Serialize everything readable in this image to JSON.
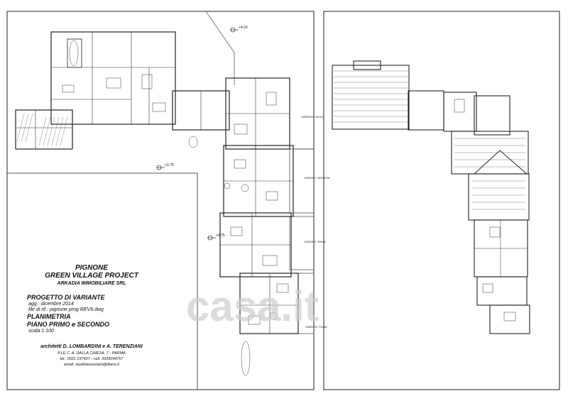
{
  "title_block": {
    "project_name": "PIGNONE",
    "project_subtitle": "GREEN VILLAGE PROJECT",
    "client": "ARKADIA IMMOBILIARE SRL",
    "phase": "PROGETTO DI VARIANTE",
    "date_line": "agg.: dicembre 2014",
    "file_line": "file di rif.: pignone prog REV9.dwg",
    "drawing_type": "PLANIMETRIA",
    "floors": "PIANO PRIMO e SECONDO",
    "scale": "scala 1:100",
    "architects": "architetti D. LOMBARDINI e A. TERENZIANI",
    "address": "P.LE C. A. DALLA CHIESA, 7 - PARMA",
    "phone": "tel.: 0521 237427 - cell. 3939094767",
    "email": "email: studioterenziani@libero.it"
  },
  "elevations": {
    "top": "+4.03",
    "mid_left": "+3.75",
    "mid_right": "+3.75"
  },
  "garden_labels": {
    "g1": "GIARDINO \"SUOLA\"",
    "g2": "GIARDINO \"MONDRIA\"",
    "g3": "GIARDINO \"SIGNA\"",
    "g4": "GIARDINO \"FILIBA\""
  },
  "watermark": "casa.it",
  "colors": {
    "line": "#1a1a1a",
    "paper": "#ffffff"
  }
}
